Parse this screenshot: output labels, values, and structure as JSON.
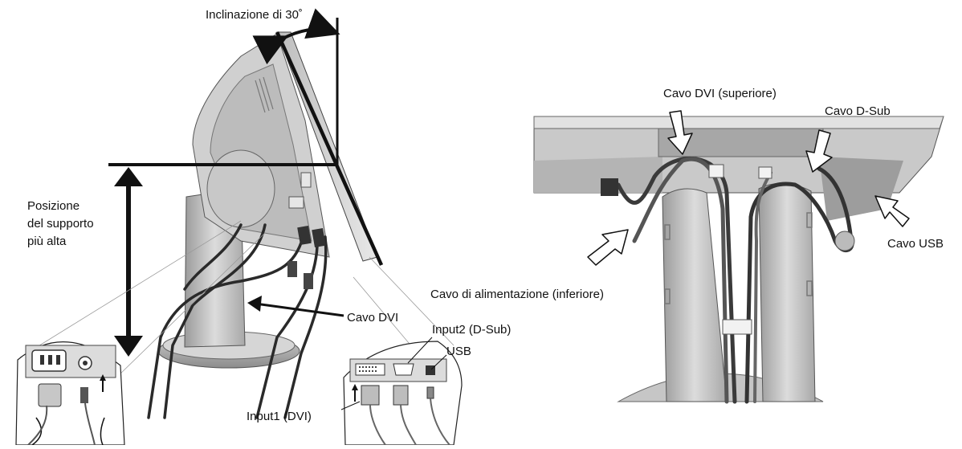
{
  "left_figure": {
    "tilt_label": "Inclinazione di  30˚",
    "height_label_lines": [
      "Posizione",
      "del supporto",
      "più alta"
    ],
    "dvi_cable_label": "Cavo DVI",
    "input2_label": "Input2 (D-Sub)",
    "usb_label": "USB",
    "input1_label": "Input1 (DVI)"
  },
  "right_figure": {
    "dvi_top_label": "Cavo DVI (superiore)",
    "dsub_label": "Cavo D-Sub",
    "usb_cable_label": "Cavo USB",
    "power_label": "Cavo di alimentazione (inferiore)"
  },
  "colors": {
    "line": "#111111",
    "panel_light": "#e4e4e4",
    "panel_mid": "#c4c4c4",
    "panel_dark": "#9a9a9a",
    "cable": "#2a2a2a"
  }
}
